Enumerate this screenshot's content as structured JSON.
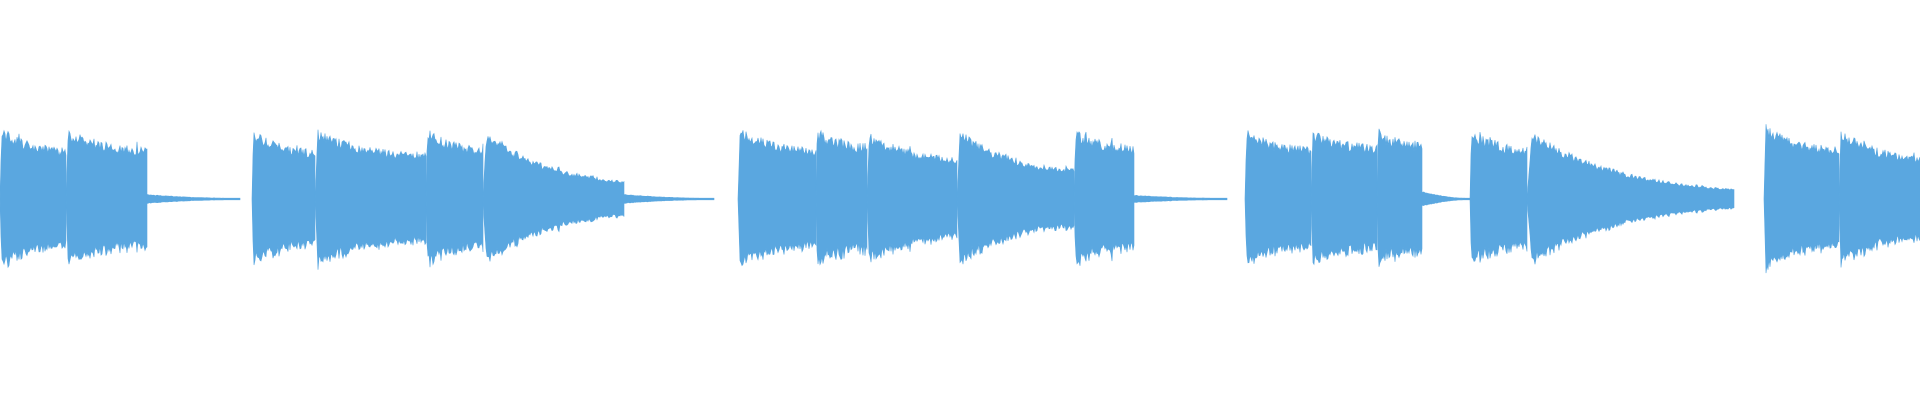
{
  "waveform": {
    "color": "#5aa7e0",
    "background": "#ffffff",
    "total_seconds": 32,
    "notes": [
      {
        "start": 0.0,
        "end": 1.1,
        "amp": 0.95,
        "decay": 0.35
      },
      {
        "start": 1.1,
        "end": 2.45,
        "amp": 0.92,
        "decay": 0.3
      },
      {
        "start": 2.45,
        "end": 4.0,
        "amp": 0.05,
        "decay": 0.9,
        "tail": true
      },
      {
        "start": 4.2,
        "end": 5.25,
        "amp": 0.92,
        "decay": 0.35
      },
      {
        "start": 5.25,
        "end": 7.1,
        "amp": 0.92,
        "decay": 0.4
      },
      {
        "start": 7.1,
        "end": 8.05,
        "amp": 0.92,
        "decay": 0.3
      },
      {
        "start": 8.05,
        "end": 10.4,
        "amp": 0.95,
        "decay": 0.85
      },
      {
        "start": 10.4,
        "end": 11.9,
        "amp": 0.05,
        "decay": 0.9,
        "tail": true
      },
      {
        "start": 12.3,
        "end": 13.6,
        "amp": 0.95,
        "decay": 0.35
      },
      {
        "start": 13.6,
        "end": 14.45,
        "amp": 0.92,
        "decay": 0.25
      },
      {
        "start": 14.45,
        "end": 15.95,
        "amp": 0.9,
        "decay": 0.45
      },
      {
        "start": 15.95,
        "end": 17.9,
        "amp": 0.93,
        "decay": 0.65
      },
      {
        "start": 17.9,
        "end": 18.9,
        "amp": 0.9,
        "decay": 0.25
      },
      {
        "start": 18.9,
        "end": 20.45,
        "amp": 0.04,
        "decay": 0.9,
        "tail": true
      },
      {
        "start": 20.75,
        "end": 21.85,
        "amp": 0.92,
        "decay": 0.3
      },
      {
        "start": 21.85,
        "end": 22.95,
        "amp": 0.9,
        "decay": 0.25
      },
      {
        "start": 22.95,
        "end": 23.7,
        "amp": 0.9,
        "decay": 0.2
      },
      {
        "start": 23.7,
        "end": 24.5,
        "amp": 0.09,
        "decay": 0.6,
        "tail": true
      },
      {
        "start": 24.5,
        "end": 25.45,
        "amp": 0.92,
        "decay": 0.3
      },
      {
        "start": 25.45,
        "end": 28.9,
        "amp": 0.92,
        "decay": 0.97
      },
      {
        "start": 29.4,
        "end": 30.65,
        "amp": 0.98,
        "decay": 0.35
      },
      {
        "start": 30.65,
        "end": 32.0,
        "amp": 0.93,
        "decay": 0.45
      }
    ]
  }
}
